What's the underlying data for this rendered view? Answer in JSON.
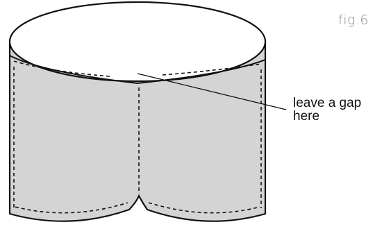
{
  "figure_label": "fig.6",
  "callout": {
    "line1": "leave a gap",
    "line2": "here"
  },
  "colors": {
    "fabric": "#d4d4d4",
    "outline": "#111111",
    "background": "#ffffff",
    "label": "#8a8a8a"
  }
}
